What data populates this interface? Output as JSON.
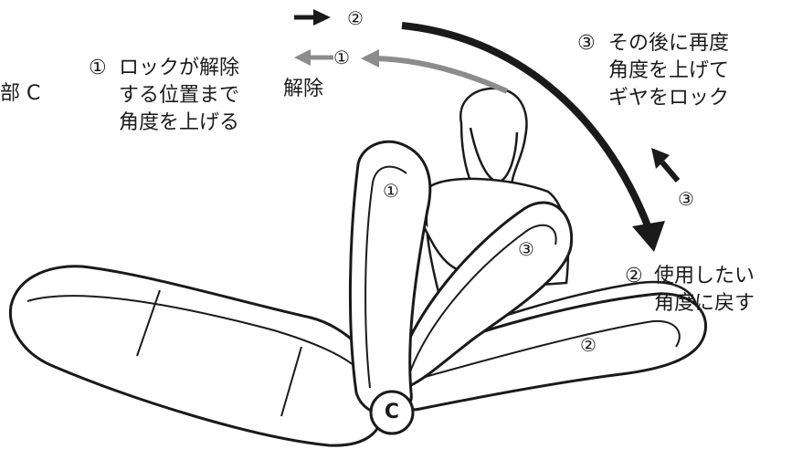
{
  "labels": {
    "step1_text": "ロックが解除\nする位置まで\n角度を上げる",
    "step1_num": "①",
    "release_label": "解除",
    "step3_text": "その後に再度\n角度を上げて\nギヤをロック",
    "step3_num": "③",
    "step2_text": "使用したい\n角度に戻す",
    "step2_num": "②",
    "part_label_cut": "部 C",
    "joint_c": "C"
  },
  "arrow_marks": {
    "top_two": "②",
    "upper_one": "①",
    "small_three": "③"
  },
  "backrest_marks": {
    "position_one": "①",
    "position_three": "③",
    "position_two": "②"
  },
  "colors": {
    "ink": "#1a1a1a",
    "gray_arrow": "#8c8c8c",
    "background": "#ffffff"
  }
}
